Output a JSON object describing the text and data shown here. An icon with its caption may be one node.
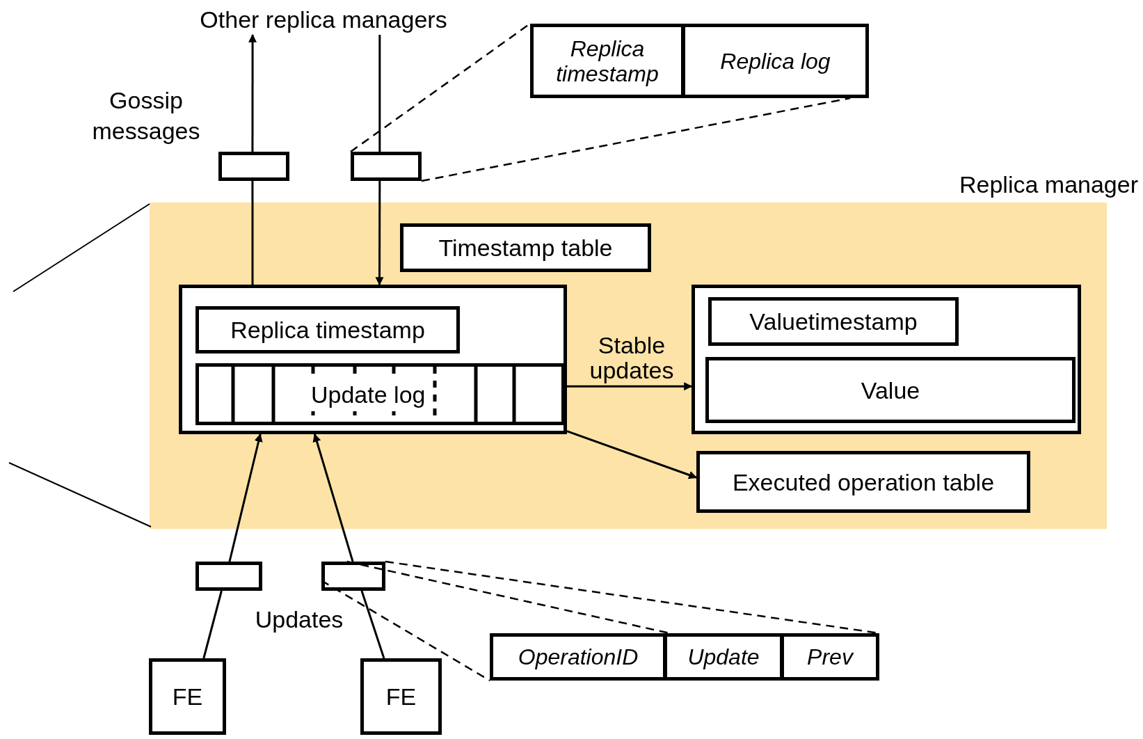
{
  "diagram": {
    "nodes": [
      {
        "text": [
          "Other replica managers"
        ]
      },
      {
        "text": [],
        "shape": "box"
      },
      {
        "text": [],
        "shape": "box"
      },
      {
        "text": [
          "Replica timestamp"
        ]
      },
      {
        "text": [
          "Replica log"
        ]
      },
      {
        "text": [
          "Replica manager"
        ]
      },
      {
        "text": [
          "Timestamp table"
        ],
        "in": 5
      },
      {
        "text": [],
        "shape": "box",
        "in": 5
      },
      {
        "text": [
          "Replica timestamp"
        ],
        "in": 7
      },
      {
        "text": [
          "Update log"
        ],
        "in": 7
      },
      {
        "text": [],
        "shape": "box",
        "in": 5
      },
      {
        "text": [
          "Valuetimestamp"
        ],
        "in": 10
      },
      {
        "text": [
          "Value"
        ],
        "in": 10
      },
      {
        "text": [
          "Executed operation table"
        ],
        "in": 5
      },
      {
        "text": [],
        "shape": "box"
      },
      {
        "text": [],
        "shape": "box"
      },
      {
        "text": [
          "FE"
        ]
      },
      {
        "text": [
          "FE"
        ]
      },
      {
        "text": [
          "OperationID"
        ]
      },
      {
        "text": [
          "Update"
        ]
      },
      {
        "text": [
          "Prev"
        ]
      }
    ],
    "edges": [
      {
        "from": 7,
        "to": 1,
        "arrow": "none"
      },
      {
        "from": 1,
        "to": 0,
        "arrow": "to"
      },
      {
        "from": 0,
        "to": 2,
        "arrow": "none"
      },
      {
        "from": 2,
        "to": 7,
        "arrow": "to"
      },
      {
        "from": 2,
        "to": 3,
        "arrow": "none",
        "style": "dashed"
      },
      {
        "from": 2,
        "to": 4,
        "arrow": "none",
        "style": "dashed"
      },
      {
        "from": 7,
        "to": 10,
        "arrow": "to",
        "label": "Stable updates"
      },
      {
        "from": 7,
        "to": 13,
        "arrow": "to"
      },
      {
        "from": 16,
        "to": 14,
        "arrow": "none"
      },
      {
        "from": 14,
        "to": 7,
        "arrow": "to"
      },
      {
        "from": 17,
        "to": 15,
        "arrow": "none"
      },
      {
        "from": 15,
        "to": 7,
        "arrow": "to"
      },
      {
        "from": 15,
        "to": 18,
        "arrow": "none",
        "style": "dashed"
      },
      {
        "from": 15,
        "to": 19,
        "arrow": "none",
        "style": "dashed"
      },
      {
        "from": 15,
        "to": 20,
        "arrow": "none",
        "style": "dashed"
      }
    ],
    "labels": [
      "Gossip messages",
      "Updates"
    ]
  }
}
